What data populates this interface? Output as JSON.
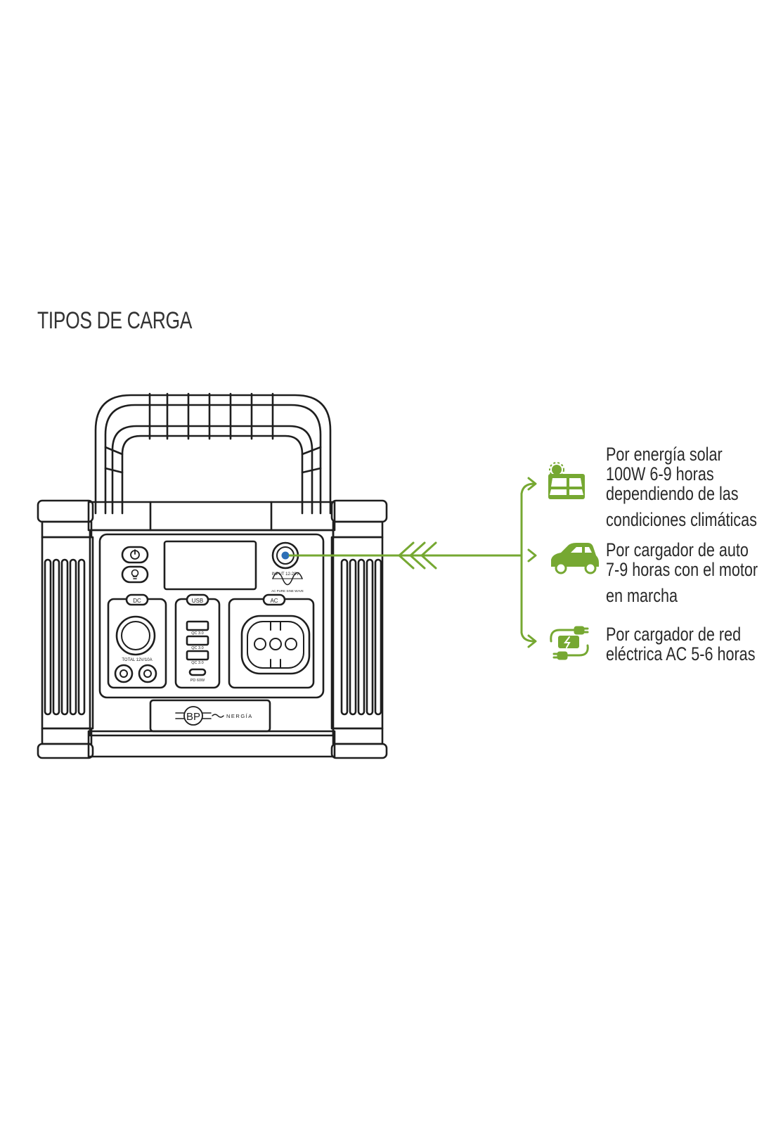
{
  "title": "TIPOS DE CARGA",
  "accent_color": "#76a832",
  "input_color": "#2d6fb7",
  "device": {
    "buttons": {
      "dc": "DC",
      "usb": "USB",
      "ac": "AC"
    },
    "input_label": "INPUT 12-28V",
    "wave_label": "AC PURE SINE WAVE",
    "dc_total_label": "TOTAL 12V/10A",
    "usb_ports": [
      "QC 3.0",
      "QC 3.0",
      "QC 3.0"
    ],
    "usb_c_label": "PD 60W",
    "brand": {
      "logo": "BP",
      "name": "NERGÍA"
    }
  },
  "options": [
    {
      "icon": "solar-panel-icon",
      "lines": [
        "Por energía solar",
        "100W 6-9 horas",
        "dependiendo de las",
        "condiciones climáticas"
      ]
    },
    {
      "icon": "car-icon",
      "lines": [
        "Por cargador de auto",
        "7-9 horas con el motor",
        "en marcha"
      ]
    },
    {
      "icon": "plug-icon",
      "lines": [
        "Por cargador de red",
        "eléctrica AC 5-6 horas"
      ]
    }
  ]
}
